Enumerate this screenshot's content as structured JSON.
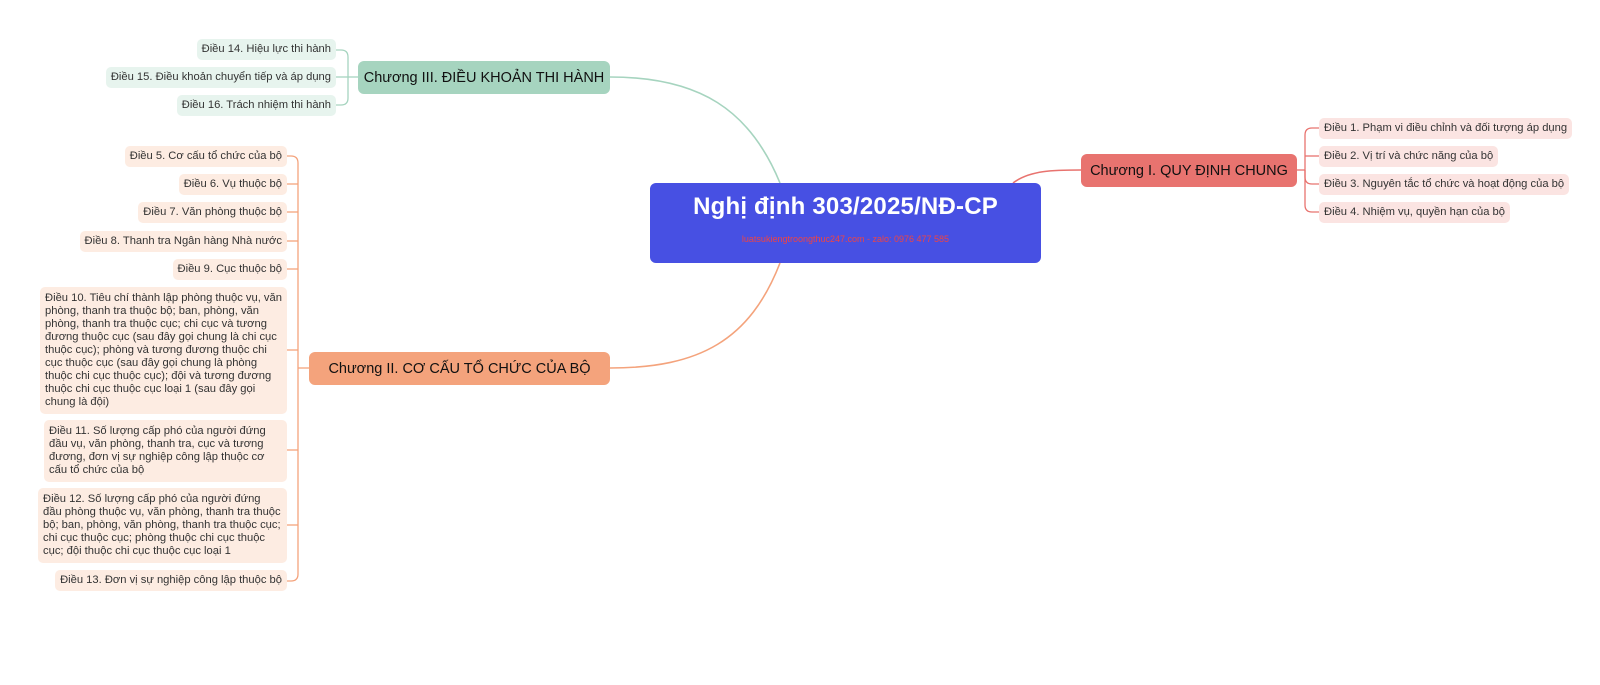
{
  "central": {
    "title": "Nghị định 303/2025/NĐ-CP",
    "subtitle": "luatsukiengtroongthuc247.com - zalo: 0976 477 585"
  },
  "colors": {
    "central_bg": "#4750e3",
    "chapter1": "#e8736f",
    "chapter2": "#f4a37c",
    "chapter3": "#a6d4bf",
    "subtitle_text": "#ef4444"
  },
  "chapters": [
    {
      "label": "Chương I. QUY ĐỊNH CHUNG",
      "articles": [
        "Điều 1. Phạm vi điều chỉnh và đối tượng áp dụng",
        "Điều 2. Vị trí và chức năng của bộ",
        "Điều 3. Nguyên tắc tổ chức và hoạt động của bộ",
        "Điều 4. Nhiệm vụ, quyền hạn của bộ"
      ]
    },
    {
      "label": "Chương II. CƠ CẤU TỔ CHỨC CỦA BỘ",
      "articles": [
        "Điều 5. Cơ cấu tổ chức của bộ",
        "Điều 6. Vụ thuộc bộ",
        "Điều 7. Văn phòng thuộc bộ",
        "Điều 8. Thanh tra Ngân hàng Nhà nước",
        "Điều 9. Cục thuộc bộ",
        "Điều 10. Tiêu chí thành lập phòng thuộc vụ, văn phòng, thanh tra thuộc bộ; ban, phòng, văn phòng, thanh tra thuộc cục; chi cục và tương đương thuộc cục (sau đây gọi chung là chi cục thuộc cục); phòng và tương đương thuộc chi cục thuộc cục (sau đây gọi chung là phòng thuộc chi cục thuộc cục); đội và tương đương thuộc chi cục thuộc cục loại 1 (sau đây gọi chung là đội)",
        "Điều 11. Số lượng cấp phó của người đứng đầu vụ, văn phòng, thanh tra, cục và tương đương, đơn vị sự nghiệp công lập thuộc cơ cấu tổ chức của bộ",
        "Điều 12. Số lượng cấp phó của người đứng đầu phòng thuộc vụ, văn phòng, thanh tra thuộc bộ; ban, phòng, văn phòng, thanh tra thuộc cục; chi cục thuộc cục; phòng thuộc chi cục thuộc cục; đội thuộc chi cục thuộc cục loại 1",
        "Điều 13. Đơn vị sự nghiệp công lập thuộc bộ"
      ]
    },
    {
      "label": "Chương III. ĐIỀU KHOẢN THI HÀNH",
      "articles": [
        "Điều 14. Hiệu lực thi hành",
        "Điều 15. Điều khoản chuyển tiếp và áp dụng",
        "Điều 16. Trách nhiệm thi hành"
      ]
    }
  ]
}
